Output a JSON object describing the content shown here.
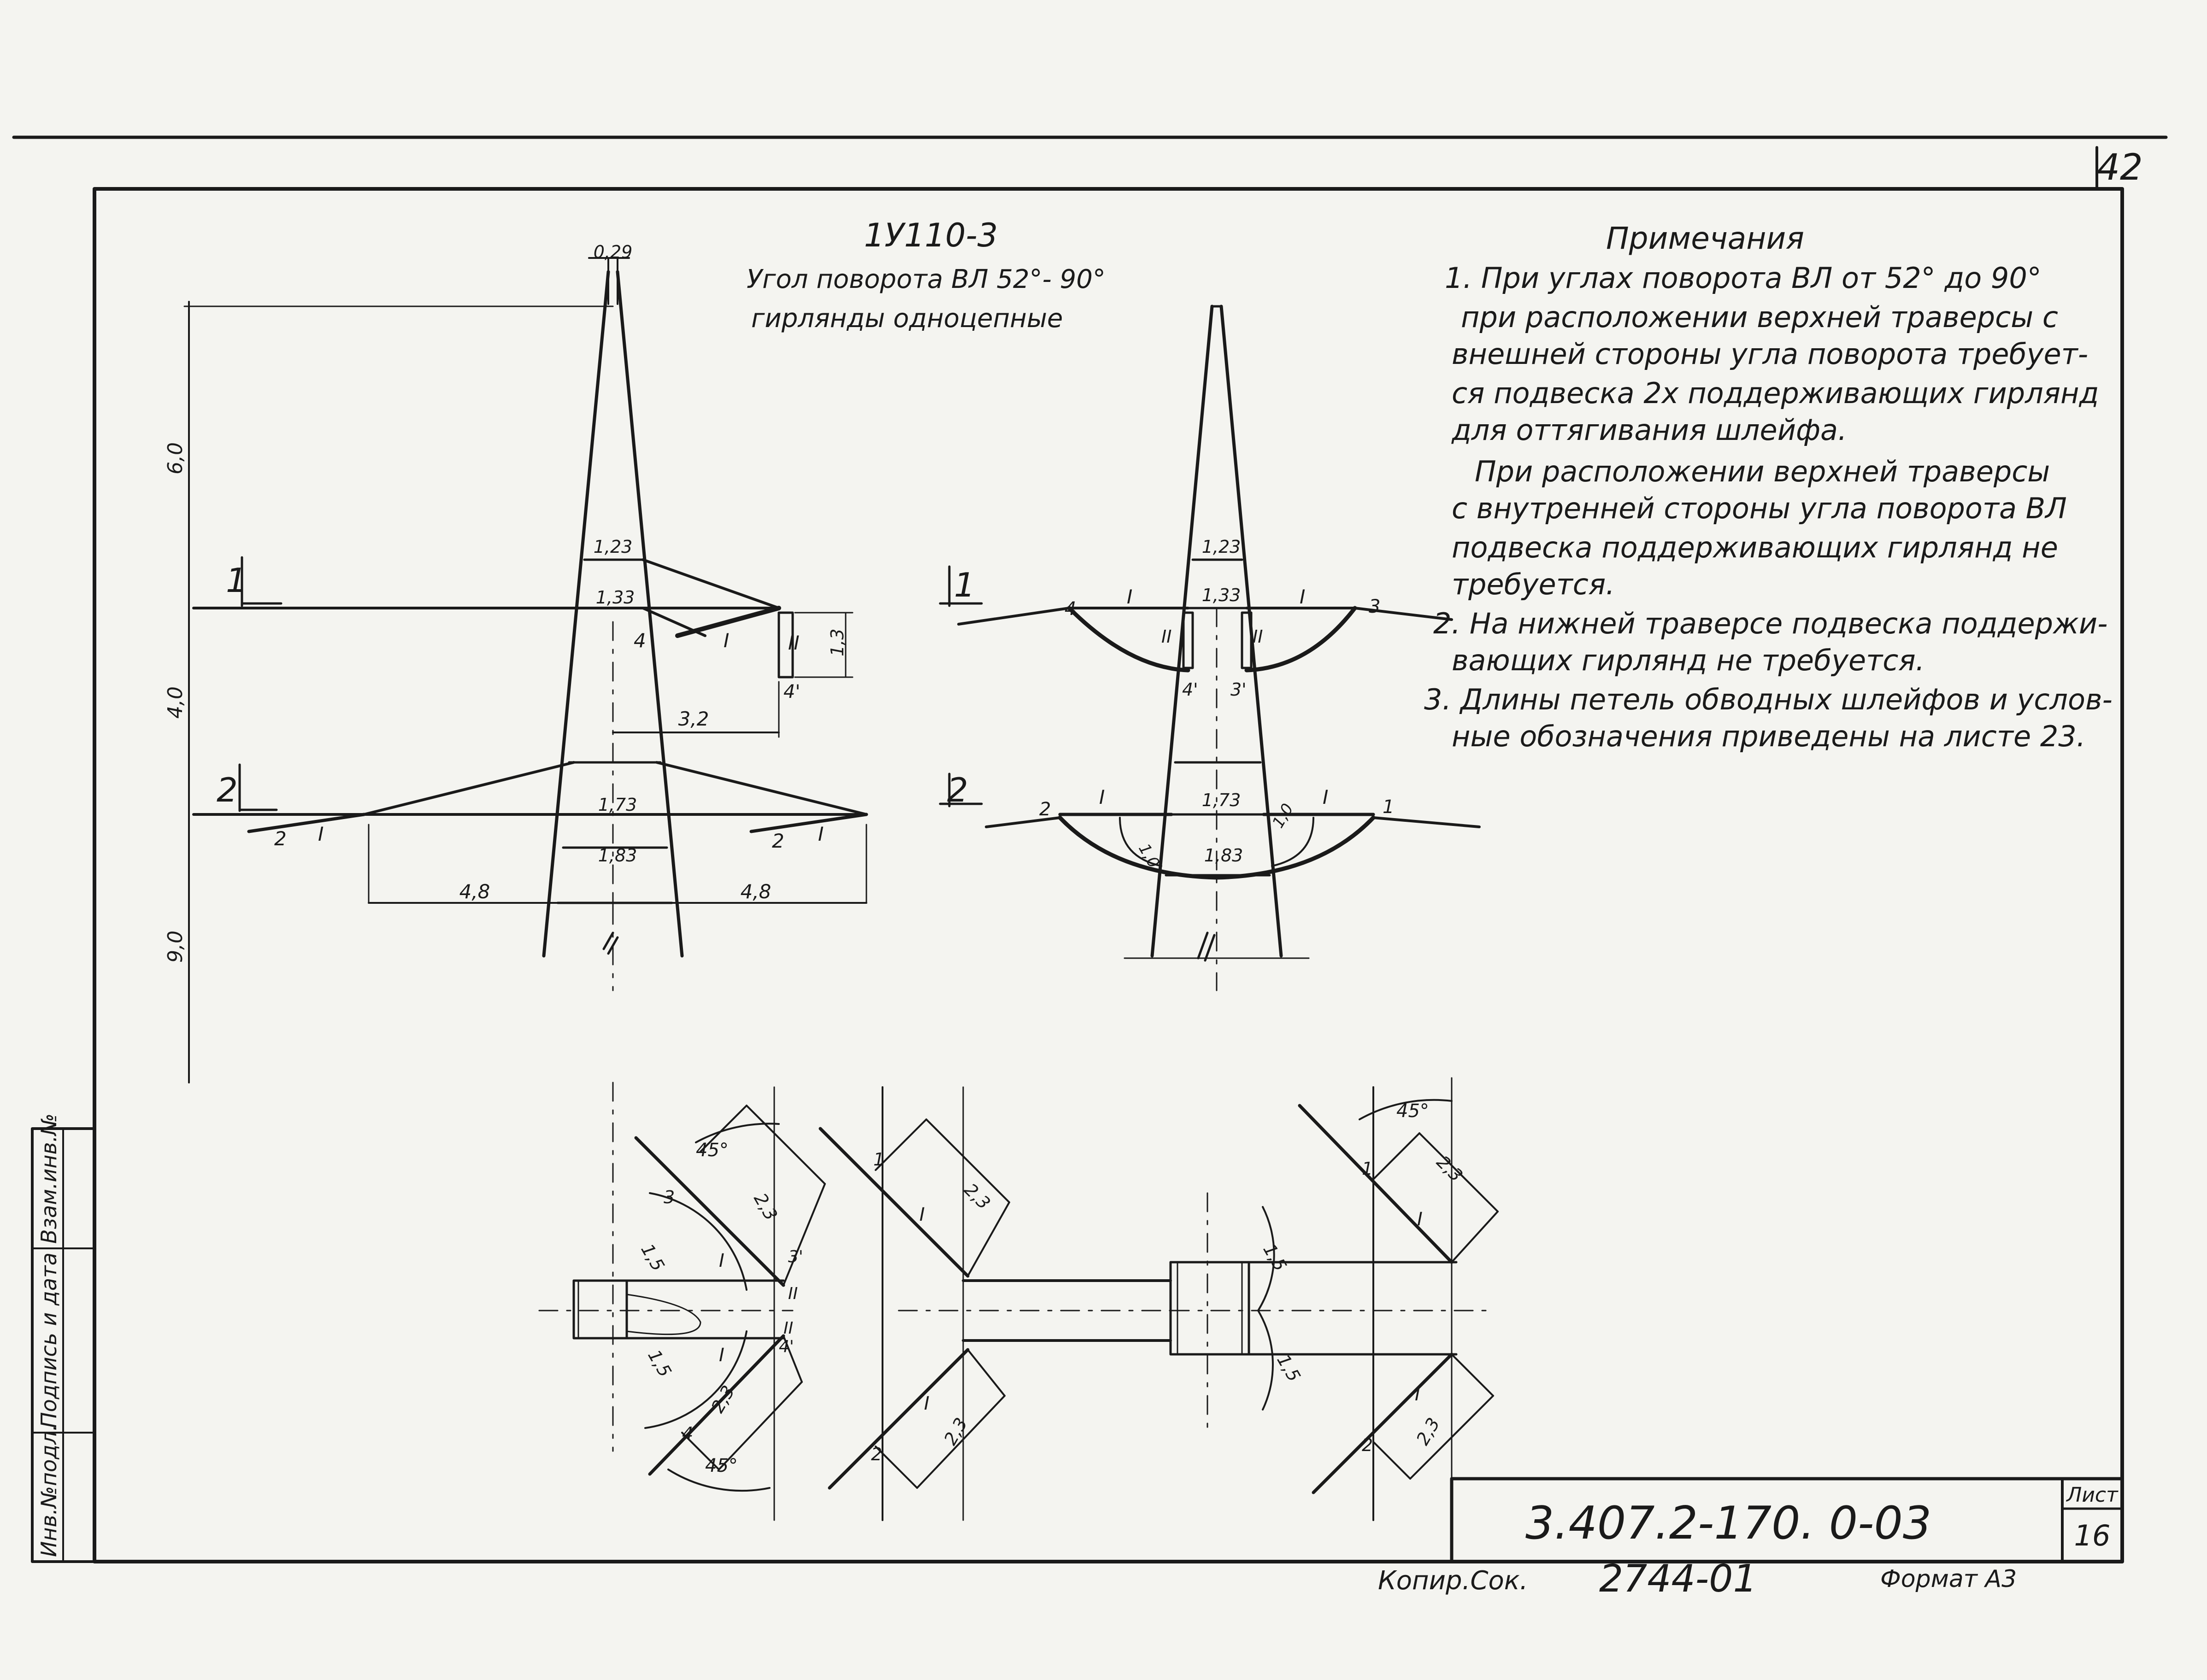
{
  "page_number": "42",
  "drawing": {
    "code": "1У110-3",
    "subtitle_1": "Угол поворота ВЛ 52°- 90°",
    "subtitle_2": "гирлянды одноцепные"
  },
  "dims": {
    "top_width": "0,29",
    "h_upper": "6,0",
    "h_mid": "4,0",
    "h_lower": "9,0",
    "w_123": "1,23",
    "w_133": "1,33",
    "w_173": "1,73",
    "w_183": "1,83",
    "arm_32": "3,2",
    "arm_48_left": "4,8",
    "arm_48_right": "4,8",
    "d_13": "1,3",
    "d_15": "1,5",
    "d_23": "2,3",
    "d_10": "1,0",
    "angle_45": "45°"
  },
  "labels": {
    "sec1": "1",
    "sec2": "2",
    "rom1": "I",
    "rom2": "II",
    "n1": "1",
    "n2": "2",
    "n3": "3",
    "n4": "4",
    "n3p": "3'",
    "n4p": "4'"
  },
  "notes": {
    "title": "Примечания",
    "lines": [
      "1. При углах поворота ВЛ от 52° до 90°",
      "при расположении верхней траверсы с",
      "внешней стороны угла поворота требует-",
      "ся подвеска 2х поддерживающих гирлянд",
      "для оттягивания шлейфа.",
      "При расположении верхней траверсы",
      "с внутренней стороны угла поворота ВЛ",
      "подвеска поддерживающих гирлянд не",
      "требуется.",
      "2. На нижней траверсе подвеска поддержи-",
      "вающих гирлянд не требуется.",
      "3. Длины петель обводных шлейфов и услов-",
      "ные обозначения приведены на листе 23."
    ]
  },
  "side_stamp": {
    "c1": "Инв.№подл.",
    "c2": "Подпись и дата",
    "c3": "Взам.инв.№"
  },
  "title_block": {
    "doc_number": "3.407.2-170. 0-03",
    "sheet_label": "Лист",
    "sheet_number": "16"
  },
  "footer": {
    "copied": "Копир.Сок.",
    "order": "2744-01",
    "format": "Формат А3"
  }
}
